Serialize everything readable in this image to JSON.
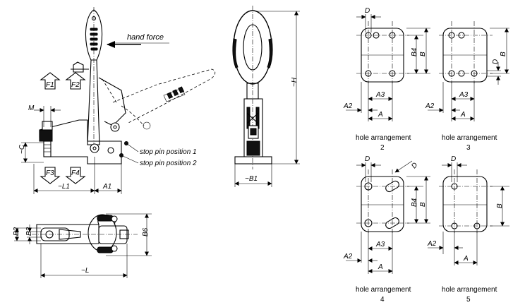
{
  "labels": {
    "hand_force": "hand force",
    "stop_pin_1": "stop pin position 1",
    "stop_pin_2": "stop pin position 2",
    "F1": "F1",
    "F2": "F2",
    "F3": "F3",
    "F4": "F4",
    "M": "M",
    "C": "~C",
    "L1": "~L1",
    "A1": "A1",
    "B1": "~B1",
    "H": "~H",
    "B2": "B2",
    "B3": "B3",
    "B6": "B6",
    "L": "~L",
    "D": "D",
    "A": "A",
    "A2": "A2",
    "A3": "A3",
    "B": "B",
    "B4": "B4"
  },
  "arrangements": [
    {
      "caption": "hole arrangement",
      "number": "2"
    },
    {
      "caption": "hole arrangement",
      "number": "3"
    },
    {
      "caption": "hole arrangement",
      "number": "4"
    },
    {
      "caption": "hole arrangement",
      "number": "5"
    }
  ]
}
